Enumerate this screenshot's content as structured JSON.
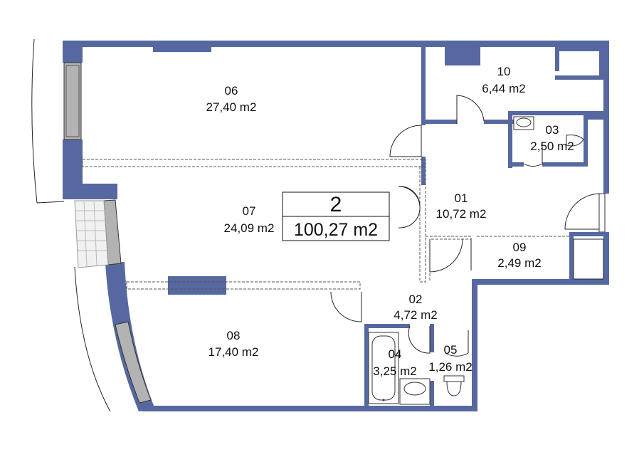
{
  "apartment": {
    "number": "2",
    "total_area": "100,27 m2"
  },
  "rooms": [
    {
      "id": "06",
      "area": "27,40 m2"
    },
    {
      "id": "07",
      "area": "24,09 m2"
    },
    {
      "id": "08",
      "area": "17,40 m2"
    },
    {
      "id": "10",
      "area": "6,44 m2"
    },
    {
      "id": "03",
      "area": "2,50 m2"
    },
    {
      "id": "01",
      "area": "10,72 m2"
    },
    {
      "id": "09",
      "area": "2,49 m2"
    },
    {
      "id": "02",
      "area": "4,72 m2"
    },
    {
      "id": "04",
      "area": "3,25 m2"
    },
    {
      "id": "05",
      "area": "1,26 m2"
    }
  ],
  "colors": {
    "wall": "#5668a0",
    "window": "#b3b3b3"
  }
}
